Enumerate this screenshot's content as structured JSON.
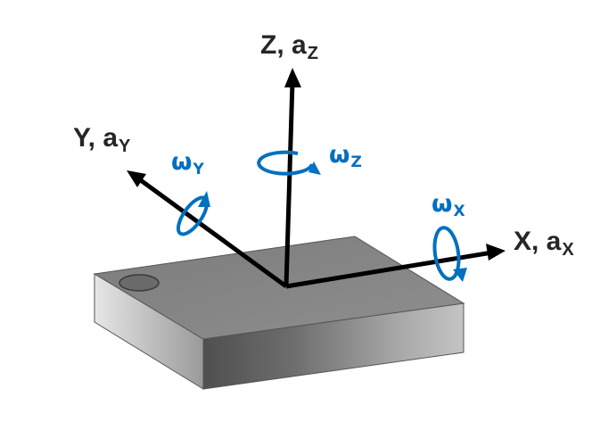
{
  "colors": {
    "axis": "#000000",
    "text": "#262626",
    "rotation": "#0070c0",
    "chip_top": "#8a8a8a",
    "chip_front": "#6b6b6b",
    "chip_left": "#c8c8c8"
  },
  "labels": {
    "z_axis": {
      "main": "Z, a",
      "sub": "Z"
    },
    "y_axis": {
      "main": "Y, a",
      "sub": "Y"
    },
    "x_axis": {
      "main": "X, a",
      "sub": "X"
    },
    "omega_z": {
      "main": "ω",
      "sub": "Z"
    },
    "omega_y": {
      "main": "ω",
      "sub": "Y"
    },
    "omega_x": {
      "main": "ω",
      "sub": "X"
    }
  }
}
